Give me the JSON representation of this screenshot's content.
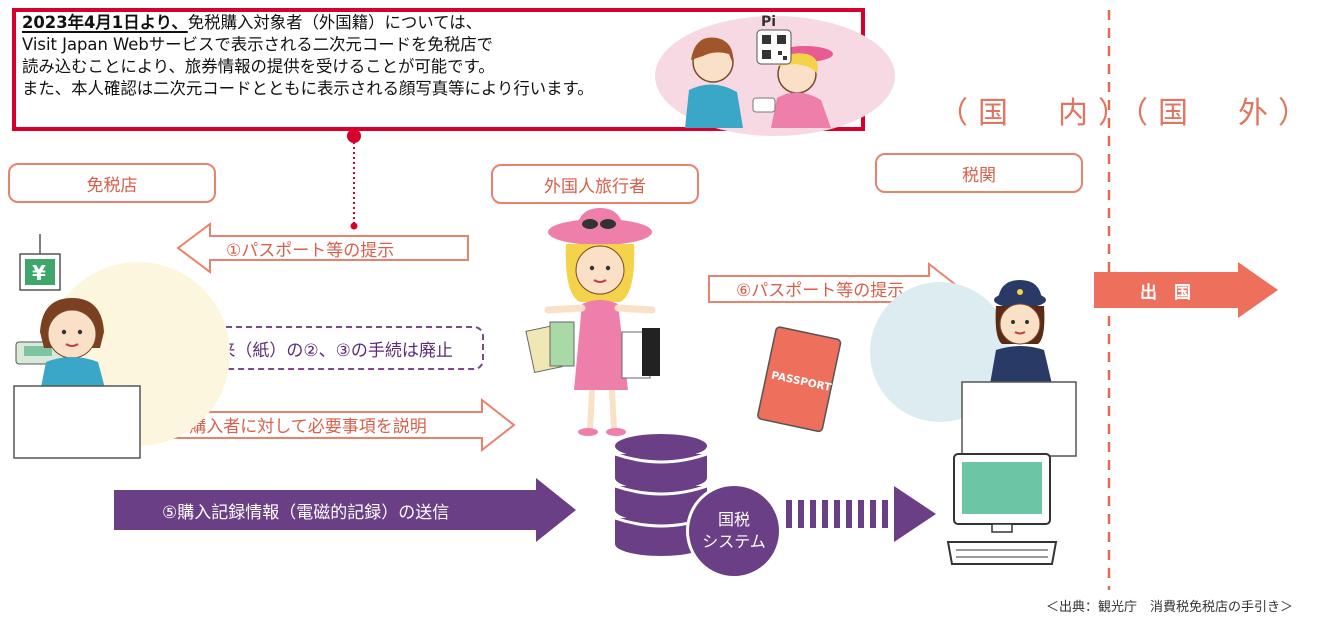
{
  "notice": {
    "line1_bold": "2023年4月1日より、",
    "line1_rest": "免税購入対象者（外国籍）については、",
    "line2": "Visit Japan Webサービスで表示される二次元コードを免税店で",
    "line3": "読み込むことにより、旅券情報の提供を受けることが可能です。",
    "line4": "また、本人確認は二次元コードとともに表示される顔写真等により行います。"
  },
  "regions": {
    "domestic": "（国　内）",
    "overseas": "（国　外）"
  },
  "roles": {
    "store": "免税店",
    "traveler": "外国人旅行者",
    "customs": "税関"
  },
  "steps": {
    "step1": "①パスポート等の提示",
    "note": "※従来（紙）の②、③の手続は廃止",
    "step4": "④購入者に対して必要事項を説明",
    "step5": "⑤購入記録情報（電磁的記録）の送信",
    "step6": "⑥パスポート等の提示",
    "departure": "出　国"
  },
  "system": {
    "line1": "国税",
    "line2": "システム"
  },
  "illustrations": {
    "yen_sign": "¥",
    "passport": "PASSPORT",
    "qr_badge": "Pi"
  },
  "source": "＜出典：観光庁　消費税免税店の手引き＞",
  "colors": {
    "notice_border": "#d6002a",
    "orange": "#e8826d",
    "purple": "#6b3f86",
    "departure_arrow": "#ed6f5c",
    "domestic_border": "#e26a57"
  }
}
